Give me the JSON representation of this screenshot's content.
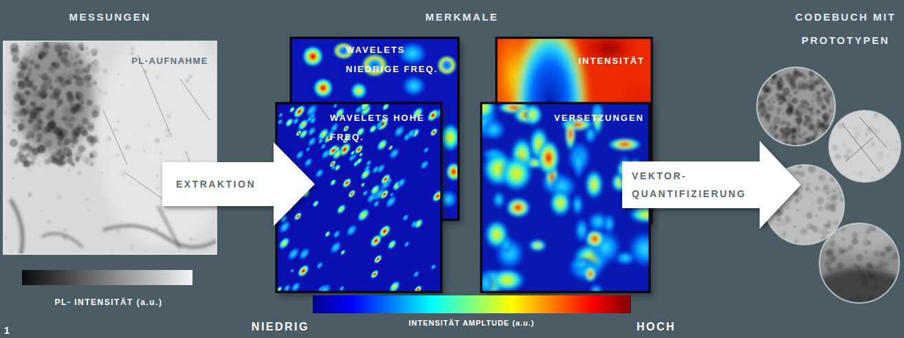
{
  "diagram": {
    "nodes": [
      {
        "text": [
          "PL-AUFNAHME"
        ]
      },
      {
        "text": [
          "EXTRAKTION"
        ]
      },
      {
        "text": [
          "WAVELETS NIEDRIGE FREQ."
        ]
      },
      {
        "text": [
          "INTENSITÄT"
        ]
      },
      {
        "text": [
          "WAVELETS HOHE FREQ."
        ]
      },
      {
        "text": [
          "VERSETZUNGEN"
        ]
      },
      {
        "text": [
          "VEKTOR- QUANTIFIZIERUNG"
        ]
      }
    ],
    "labels": [
      "MESSUNGEN",
      "MERKMALE",
      "CODEBUCH MIT PROTOTYPEN",
      "PL- INTENSITÄT (a.u.)",
      "NIEDRIG",
      "INTENSITÄT AMPLTUDE (a.u.)",
      "HOCH",
      "1"
    ]
  }
}
